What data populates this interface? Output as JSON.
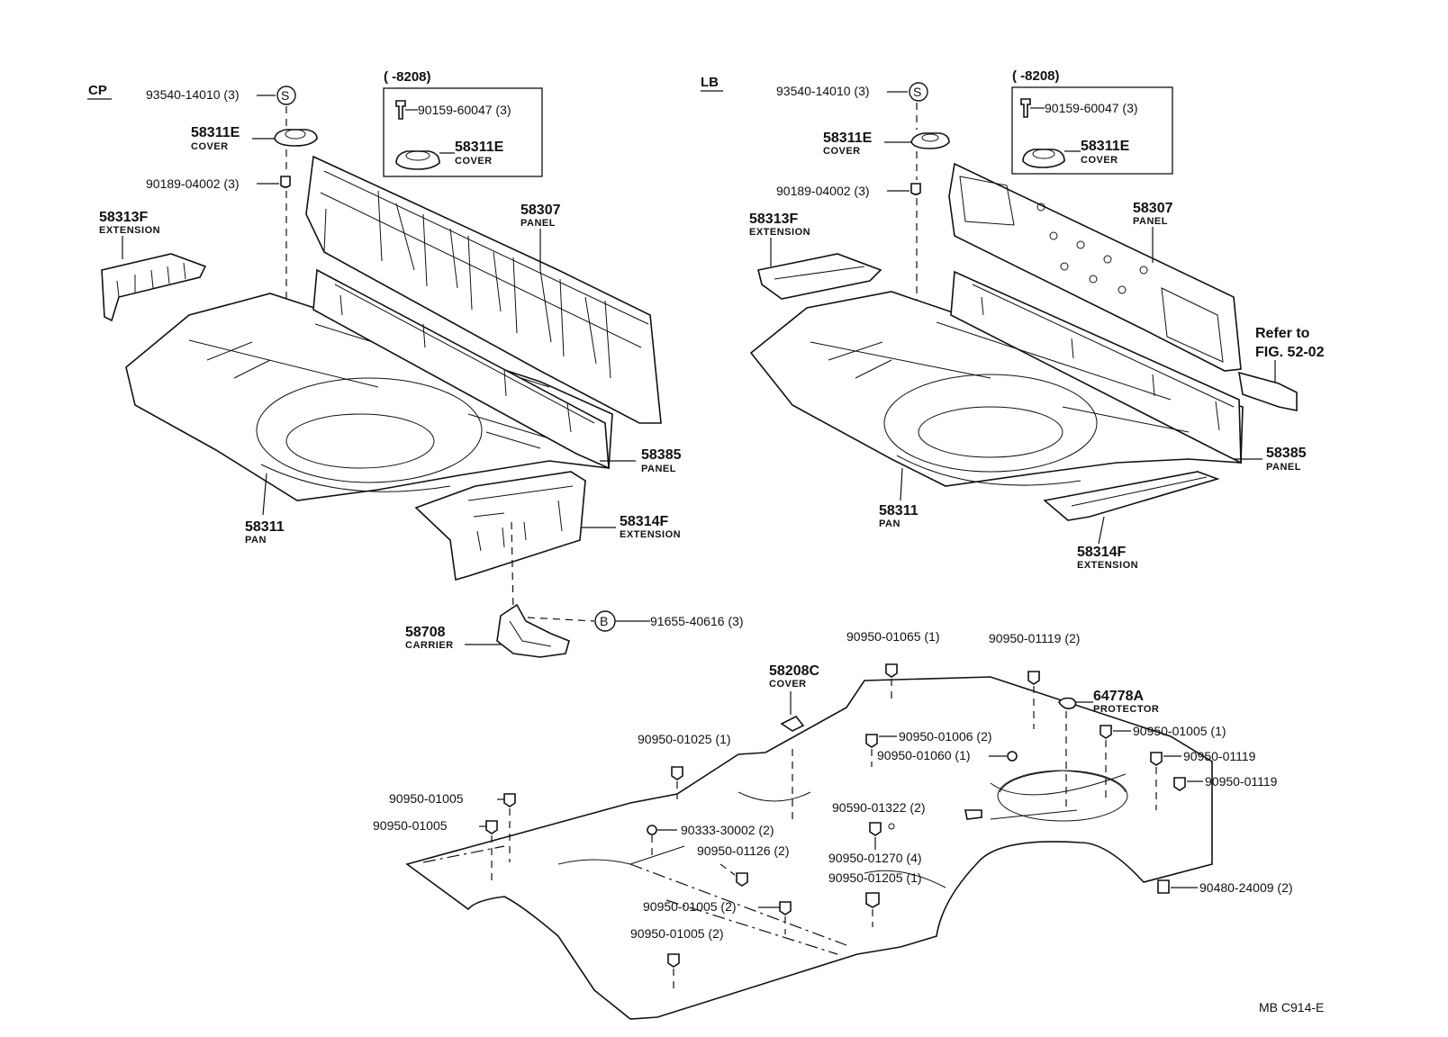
{
  "sections": {
    "cp": "CP",
    "lb": "LB"
  },
  "cp": {
    "range_header": "(     -8208)",
    "labels": {
      "bolt_93540": "93540-14010 (3)",
      "symbol_s": "S",
      "cover_58311e": "58311E",
      "cover_word": "COVER",
      "nut_90189": "90189-04002 (3)",
      "box_bolt_90159": "90159-60047 (3)",
      "box_cover_58311e": "58311E",
      "box_cover_word": "COVER",
      "ext_58313f": "58313F",
      "ext_word": "EXTENSION",
      "panel_58307": "58307",
      "panel_word": "PANEL",
      "panel_58385": "58385",
      "panel2_word": "PANEL",
      "pan_58311": "58311",
      "pan_word": "PAN",
      "ext_58314f": "58314F",
      "ext2_word": "EXTENSION",
      "carrier_58708": "58708",
      "carrier_word": "CARRIER",
      "symbol_b": "B",
      "bolt_91655": "91655-40616 (3)"
    }
  },
  "lb": {
    "range_header": "(     -8208)",
    "labels": {
      "bolt_93540": "93540-14010 (3)",
      "symbol_s": "S",
      "cover_58311e": "58311E",
      "cover_word": "COVER",
      "nut_90189": "90189-04002 (3)",
      "box_bolt_90159": "90159-60047 (3)",
      "box_cover_58311e": "58311E",
      "box_cover_word": "COVER",
      "ext_58313f": "58313F",
      "ext_word": "EXTENSION",
      "panel_58307": "58307",
      "panel_word": "PANEL",
      "refer_1": "Refer to",
      "refer_2": "FIG. 52-02",
      "panel_58385": "58385",
      "panel2_word": "PANEL",
      "pan_58311": "58311",
      "pan_word": "PAN",
      "ext_58314f": "58314F",
      "ext2_word": "EXTENSION"
    }
  },
  "floor": {
    "labels": {
      "p_90950_01065": "90950-01065 (1)",
      "p_90950_01119_2": "90950-01119 (2)",
      "cover_58208c": "58208C",
      "cover_word": "COVER",
      "protector_64778a": "64778A",
      "protector_word": "PROTECTOR",
      "p_90950_01006": "90950-01006 (2)",
      "p_90950_01060": "90950-01060 (1)",
      "p_90950_01005_1": "90950-01005 (1)",
      "p_90950_01119_a": "90950-01119",
      "p_90950_01119_b": "90950-01119",
      "p_90950_01025": "90950-01025 (1)",
      "p_90950_01005_a": "90950-01005",
      "p_90950_01005_b": "90950-01005",
      "p_90590_01322": "90590-01322 (2)",
      "p_90333_30002": "90333-30002 (2)",
      "p_90950_01126": "90950-01126 (2)",
      "p_90950_01270": "90950-01270 (4)",
      "p_90950_01205": "90950-01205 (1)",
      "p_90480_24009": "90480-24009 (2)",
      "p_90950_01005_2a": "90950-01005 (2)",
      "p_90950_01005_2b": "90950-01005 (2)"
    }
  },
  "footer_code": "MB  C914-E"
}
